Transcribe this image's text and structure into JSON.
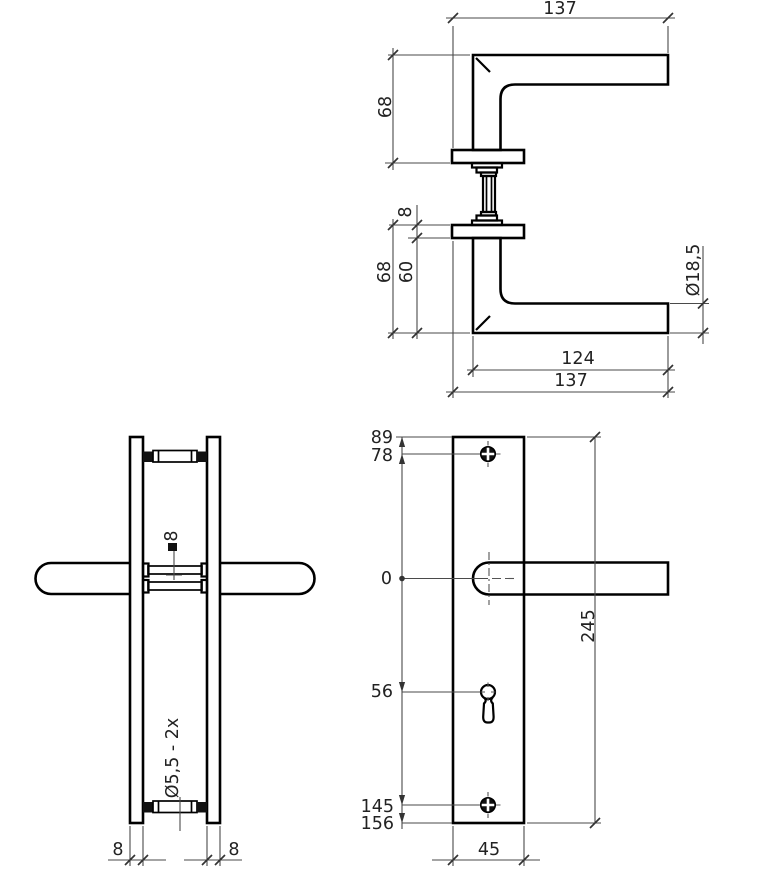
{
  "page": {
    "background": "#ffffff",
    "line_color": "#000000"
  },
  "side_view": {
    "dim_top_length": "137",
    "dim_upper_height": "68",
    "dim_plate_thickness": "8",
    "dim_neck_height": "60",
    "dim_lower_height": "68",
    "dim_grip_diameter": "Ø18,5",
    "dim_grip_length": "124",
    "dim_total_length": "137"
  },
  "front_view": {
    "spindle_size": "8",
    "screw_note": "Ø5,5 - 2x",
    "dim_left_plate": "8",
    "dim_right_plate": "8"
  },
  "backplate_view": {
    "dim_plate_top": "89",
    "dim_top_screw": "78",
    "dim_zero": "0",
    "dim_keyhole": "56",
    "dim_bottom_screw": "145",
    "dim_plate_bottom": "156",
    "dim_height": "245",
    "dim_width": "45"
  }
}
